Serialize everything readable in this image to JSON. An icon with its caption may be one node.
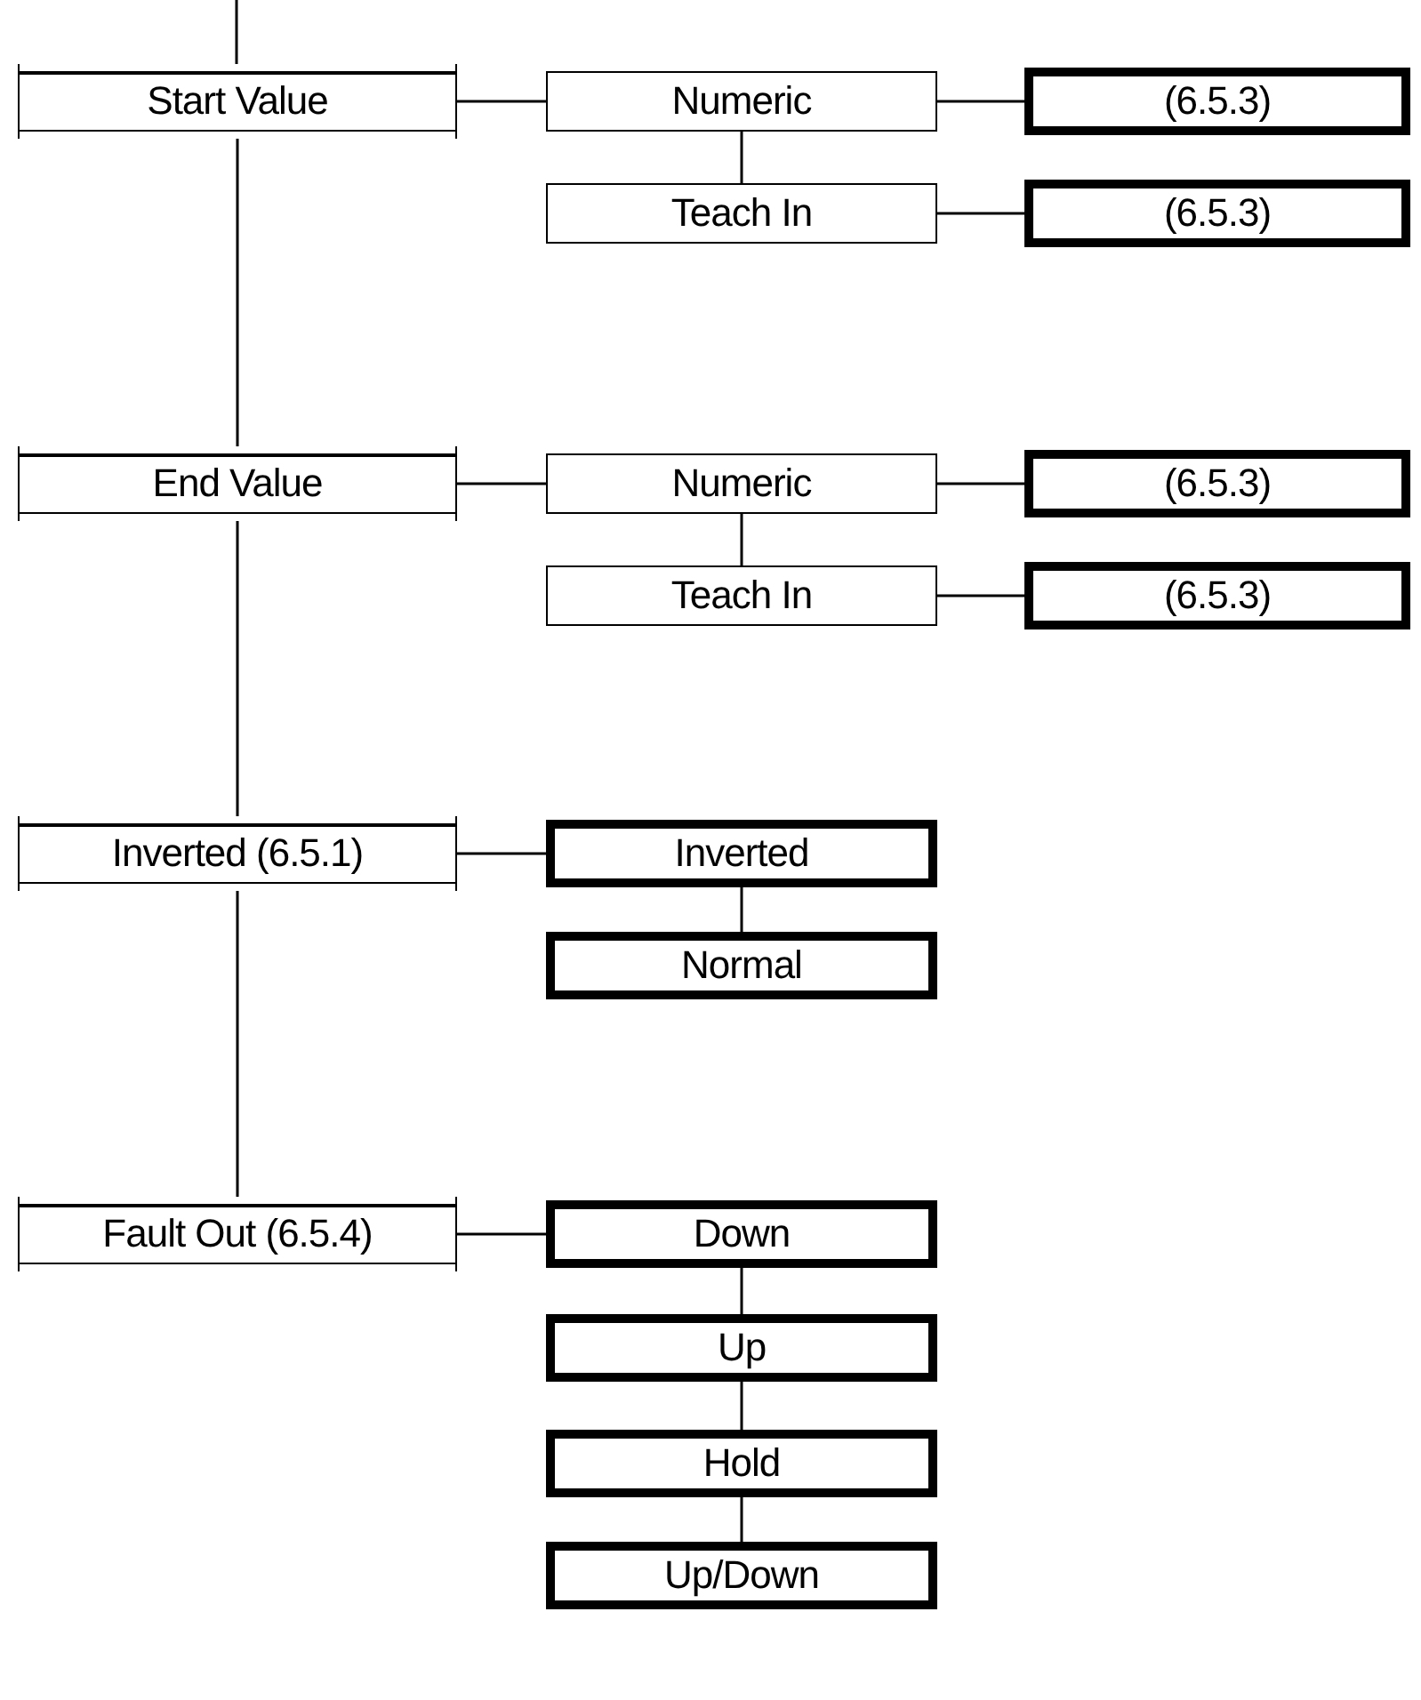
{
  "diagram": {
    "nodes": [
      {
        "text": [
          "Start Value"
        ]
      },
      {
        "text": [
          "Numeric"
        ]
      },
      {
        "text": [
          "(6.5.3)"
        ]
      },
      {
        "text": [
          "Teach In"
        ]
      },
      {
        "text": [
          "(6.5.3)"
        ]
      },
      {
        "text": [
          "End Value"
        ]
      },
      {
        "text": [
          "Numeric"
        ]
      },
      {
        "text": [
          "(6.5.3)"
        ]
      },
      {
        "text": [
          "Teach In"
        ]
      },
      {
        "text": [
          "(6.5.3)"
        ]
      },
      {
        "text": [
          "Inverted (6.5.1)"
        ]
      },
      {
        "text": [
          "Inverted"
        ]
      },
      {
        "text": [
          "Normal"
        ]
      },
      {
        "text": [
          "Fault Out (6.5.4)"
        ]
      },
      {
        "text": [
          "Down"
        ]
      },
      {
        "text": [
          "Up"
        ]
      },
      {
        "text": [
          "Hold"
        ]
      },
      {
        "text": [
          "Up/Down"
        ]
      }
    ],
    "edges": [
      {
        "from": null,
        "to": 0,
        "arrow": "none"
      },
      {
        "from": 0,
        "to": 1,
        "arrow": "none"
      },
      {
        "from": 1,
        "to": 2,
        "arrow": "none"
      },
      {
        "from": 1,
        "to": 3,
        "arrow": "none"
      },
      {
        "from": 3,
        "to": 4,
        "arrow": "none"
      },
      {
        "from": 0,
        "to": 5,
        "arrow": "none"
      },
      {
        "from": 5,
        "to": 6,
        "arrow": "none"
      },
      {
        "from": 6,
        "to": 7,
        "arrow": "none"
      },
      {
        "from": 6,
        "to": 8,
        "arrow": "none"
      },
      {
        "from": 8,
        "to": 9,
        "arrow": "none"
      },
      {
        "from": 5,
        "to": 10,
        "arrow": "none"
      },
      {
        "from": 10,
        "to": 11,
        "arrow": "none"
      },
      {
        "from": 11,
        "to": 12,
        "arrow": "none"
      },
      {
        "from": 10,
        "to": 13,
        "arrow": "none"
      },
      {
        "from": 13,
        "to": 14,
        "arrow": "none"
      },
      {
        "from": 14,
        "to": 15,
        "arrow": "none"
      },
      {
        "from": 15,
        "to": 16,
        "arrow": "none"
      },
      {
        "from": 16,
        "to": 17,
        "arrow": "none"
      }
    ]
  }
}
